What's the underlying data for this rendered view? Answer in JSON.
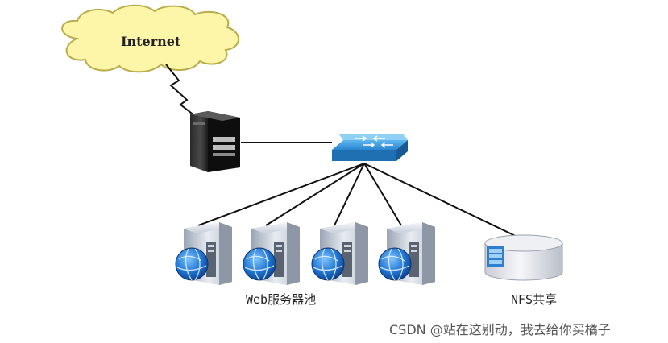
{
  "internet_label": "Internet",
  "web_pool_label": "Web服务器池",
  "nfs_label": "NFS共享",
  "watermark": "CSDN @站在这别动，我去给你买橘子",
  "colors": {
    "cloud_fill": "#fdf6a8",
    "cloud_stroke": "#b8ad4a",
    "switch_blue": "#2d8ed6",
    "line": "#111111"
  },
  "icons": {
    "router": "tower-server-icon",
    "switch": "network-switch-icon",
    "web_server": "web-server-globe-icon",
    "storage": "nfs-storage-icon"
  }
}
